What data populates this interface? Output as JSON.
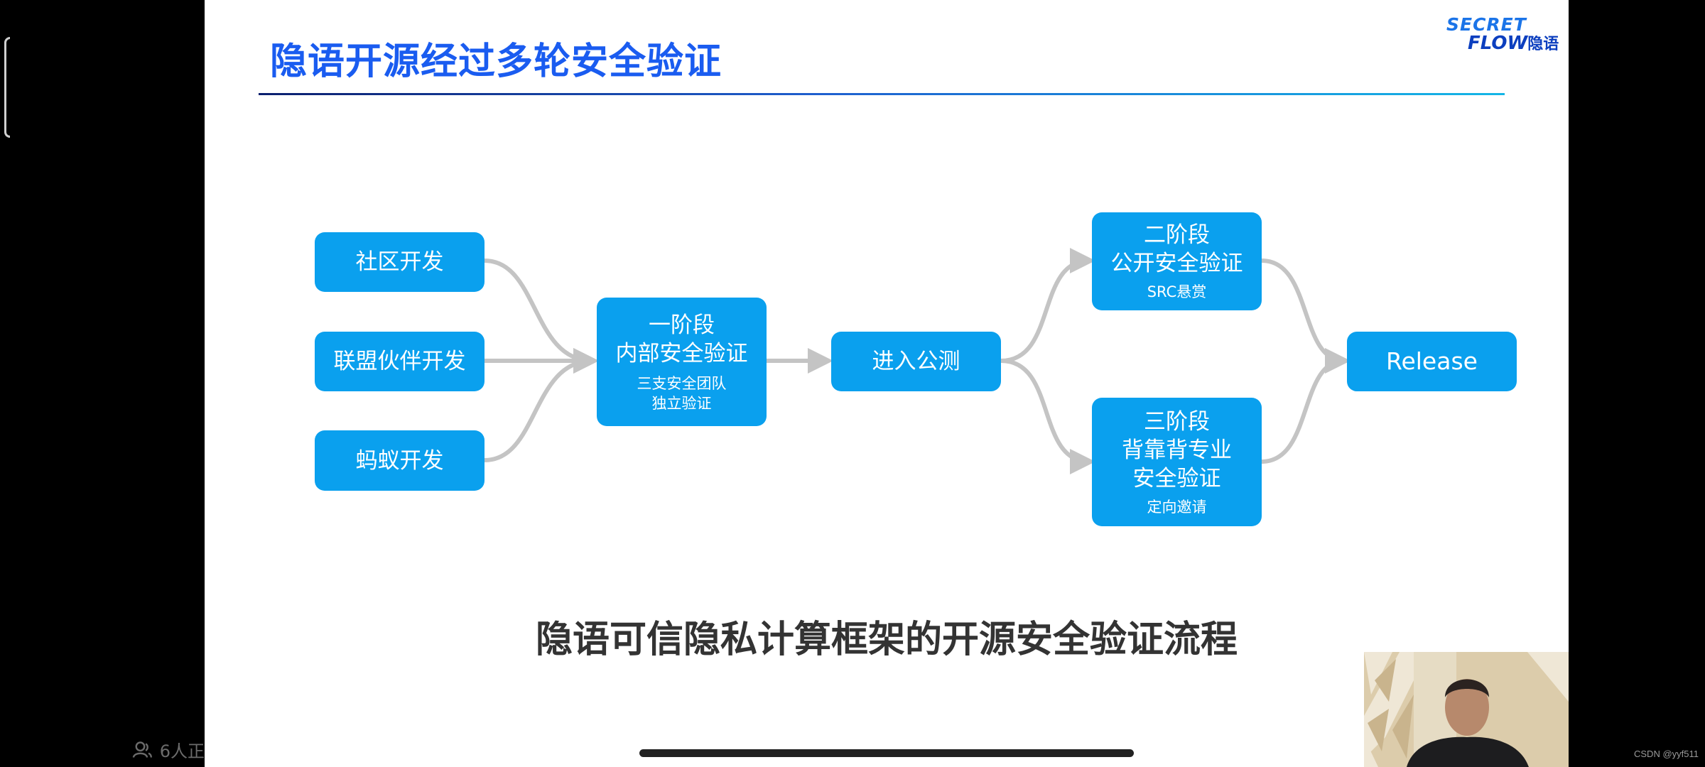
{
  "slide": {
    "title": "隐语开源经过多轮安全验证",
    "logo": {
      "line1": "SECRET",
      "line2": "FLOW",
      "line2_cn": "隐语"
    },
    "caption": "隐语可信隐私计算框架的开源安全验证流程"
  },
  "diagram": {
    "sources": [
      {
        "label": "社区开发"
      },
      {
        "label": "联盟伙伴开发"
      },
      {
        "label": "蚂蚁开发"
      }
    ],
    "stage1": {
      "title1": "一阶段",
      "title2": "内部安全验证",
      "sub1": "三支安全团队",
      "sub2": "独立验证"
    },
    "beta": {
      "label": "进入公测"
    },
    "stage2": {
      "title1": "二阶段",
      "title2": "公开安全验证",
      "sub": "SRC悬赏"
    },
    "stage3": {
      "title1": "三阶段",
      "title2": "背靠背专业",
      "title3": "安全验证",
      "sub": "定向邀请"
    },
    "release": {
      "label": "Release"
    }
  },
  "overlay": {
    "viewers": "6人正",
    "watermark": "CSDN @yyf511"
  },
  "colors": {
    "node": "#0aa0ee",
    "connector": "#c4c4c4",
    "title": "#1a5cf0",
    "caption": "#333333"
  }
}
